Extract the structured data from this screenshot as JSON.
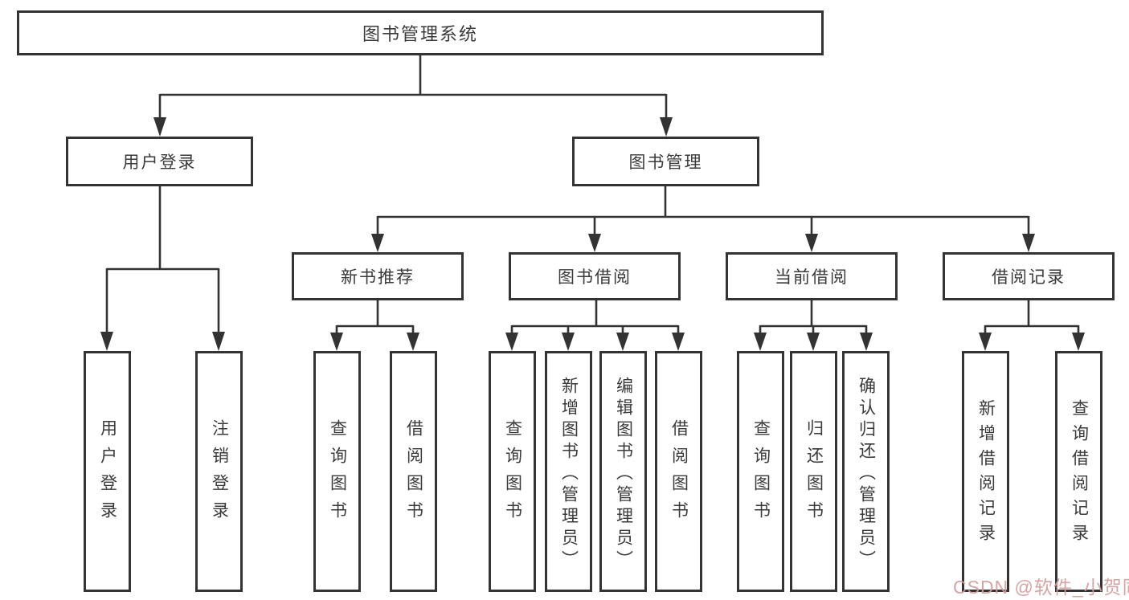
{
  "diagram": {
    "title": "图书管理系统",
    "root": {
      "label": "图书管理系统"
    },
    "level2": [
      {
        "label": "用户登录"
      },
      {
        "label": "图书管理"
      }
    ],
    "level3": [
      {
        "label": "新书推荐"
      },
      {
        "label": "图书借阅"
      },
      {
        "label": "当前借阅"
      },
      {
        "label": "借阅记录"
      }
    ],
    "leaves": [
      {
        "label": "用户登录"
      },
      {
        "label": "注销登录"
      },
      {
        "label": "查询图书"
      },
      {
        "label": "借阅图书"
      },
      {
        "label": "查询图书"
      },
      {
        "label": "新增图书（管理员）"
      },
      {
        "label": "编辑图书（管理员）"
      },
      {
        "label": "借阅图书"
      },
      {
        "label": "查询图书"
      },
      {
        "label": "归还图书"
      },
      {
        "label": "确认归还（管理员）"
      },
      {
        "label": "新增借阅记录"
      },
      {
        "label": "查询借阅记录"
      }
    ]
  },
  "watermark": {
    "text": "CSDN @软件_小贺同学"
  },
  "colors": {
    "line": "#333333",
    "box_border": "#333333",
    "text": "#3a3a3a",
    "watermark": "#d49c9c",
    "background": "#ffffff"
  }
}
